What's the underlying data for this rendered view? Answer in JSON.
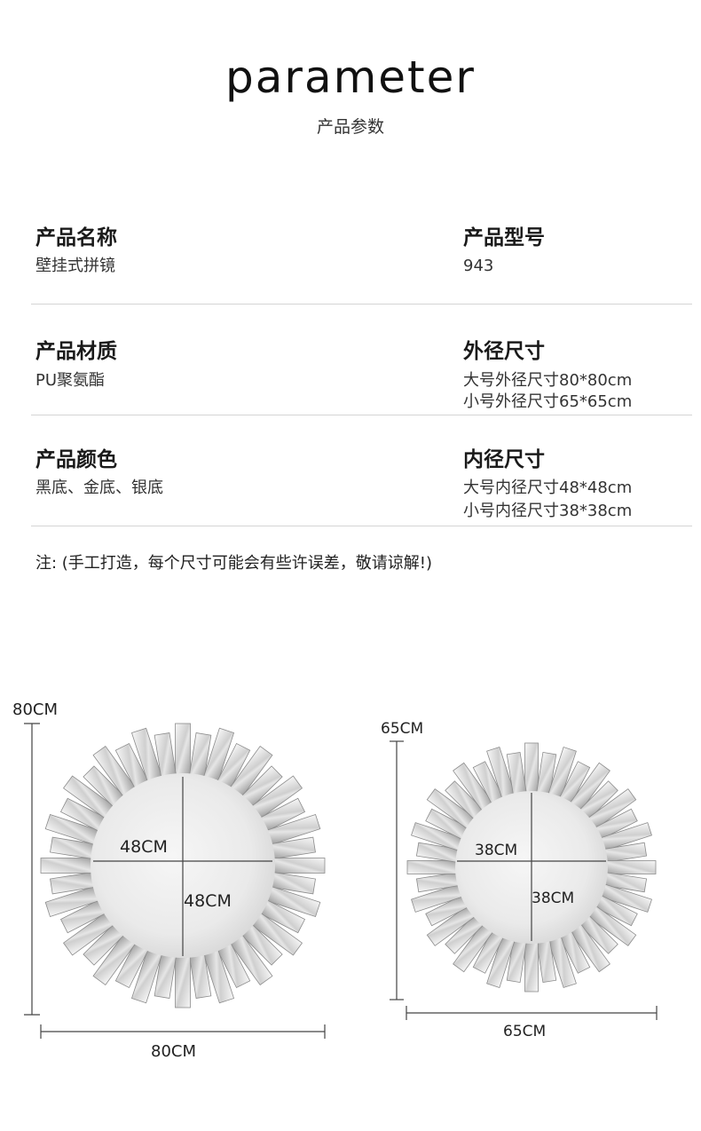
{
  "header": {
    "title": "parameter",
    "subtitle": "产品参数"
  },
  "specs": [
    {
      "left_label": "产品名称",
      "left_value": [
        "壁挂式拼镜"
      ],
      "right_label": "产品型号",
      "right_value": [
        "943"
      ]
    },
    {
      "left_label": "产品材质",
      "left_value": [
        "PU聚氨酯"
      ],
      "right_label": "外径尺寸",
      "right_value": [
        "大号外径尺寸80*80cm",
        "小号外径尺寸65*65cm"
      ]
    },
    {
      "left_label": "产品颜色",
      "left_value": [
        "黑底、金底、银底"
      ],
      "right_label": "内径尺寸",
      "right_value": [
        "大号内径尺寸48*48cm",
        "小号内径尺寸38*38cm"
      ]
    }
  ],
  "note": "注: (手工打造，每个尺寸可能会有些许误差，敬请谅解!)",
  "diagrams": {
    "large": {
      "outer_height": "80CM",
      "outer_width": "80CM",
      "inner_h": "48CM",
      "inner_v": "48CM"
    },
    "small": {
      "outer_height": "65CM",
      "outer_width": "65CM",
      "inner_h": "38CM",
      "inner_v": "38CM"
    }
  }
}
